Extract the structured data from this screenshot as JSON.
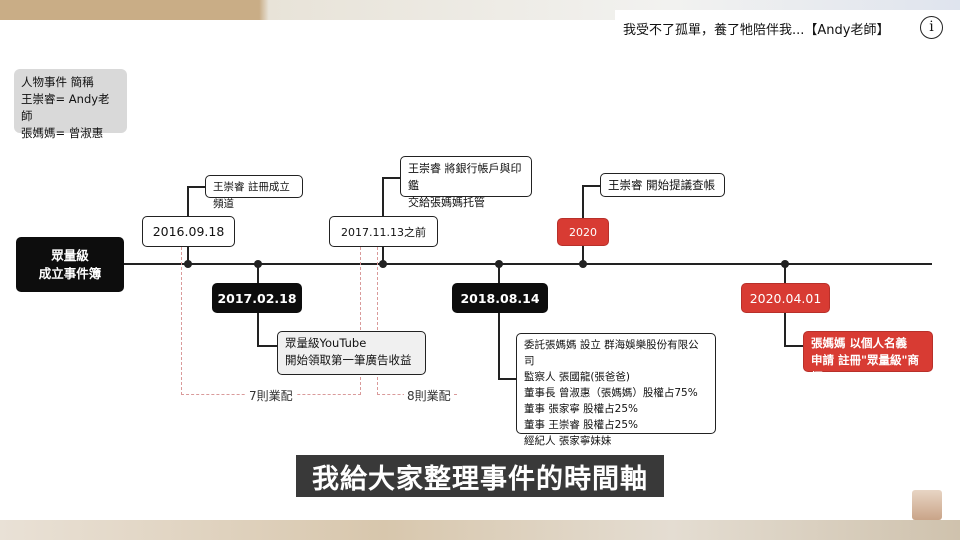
{
  "video_title": "我受不了孤單，養了牠陪伴我...【Andy老師】",
  "legend": [
    "人物事件 簡稱",
    "王崇睿= Andy老師",
    "張媽媽= 曾淑惠"
  ],
  "start_label": [
    "眾量級",
    "成立事件簿"
  ],
  "events": {
    "e1": {
      "date": "2016.09.18",
      "note": [
        "王崇睿 註冊成立頻道"
      ]
    },
    "e2": {
      "date": "2017.02.18",
      "note": [
        "眾量級YouTube",
        "開始領取第一筆廣告收益"
      ]
    },
    "e3": {
      "date": "2017.11.13之前",
      "note": [
        "王崇睿 將銀行帳戶與印鑑",
        "交給張媽媽托管"
      ]
    },
    "e4": {
      "date": "2018.08.14",
      "note": [
        "委託張媽媽 設立 群海娛樂股份有限公司",
        "監察人 張國龍(張爸爸)",
        "董事長 曾淑惠（張媽媽）股權占75%",
        "董事 張家寧 股權占25%",
        "董事 王崇睿 股權占25%",
        "經紀人 張家寧妹妹"
      ]
    },
    "e5": {
      "date": "2020",
      "note": [
        "王崇睿 開始提議查帳"
      ]
    },
    "e6": {
      "date": "2020.04.01",
      "note": [
        "張媽媽 以個人名義",
        "申請 註冊\"眾量級\"商標"
      ]
    }
  },
  "spans": {
    "a": "7則業配",
    "b": "8則業配"
  },
  "subtitle": "我給大家整理事件的時間軸",
  "colors": {
    "red": "#d83b33",
    "black": "#0d0d0d"
  }
}
